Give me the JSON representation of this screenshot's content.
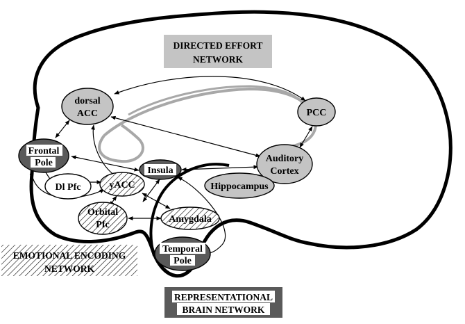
{
  "networks": {
    "directed_effort": {
      "line1": "DIRECTED EFFORT",
      "line2": "NETWORK",
      "fill": "#c4c4c4"
    },
    "emotional_encoding": {
      "line1": "EMOTIONAL ENCODING",
      "line2": "NETWORK"
    },
    "representational": {
      "line1": "REPRESENTATIONAL",
      "line2": "BRAIN NETWORK",
      "fill": "#5a5a5a"
    }
  },
  "regions": {
    "dorsal_acc": {
      "line1": "dorsal",
      "line2": "ACC"
    },
    "pcc": {
      "label": "PCC"
    },
    "frontal_pole": {
      "line1": "Frontal",
      "line2": "Pole"
    },
    "dl_pfc": {
      "label": "Dl Pfc"
    },
    "yacc": {
      "label": "yACC"
    },
    "insula": {
      "label": "Insula"
    },
    "auditory_cortex": {
      "line1": "Auditory",
      "line2": "Cortex"
    },
    "hippocampus": {
      "label": "Hippocampus"
    },
    "orbital_pfc": {
      "line1": "Orbital",
      "line2": "Pfc"
    },
    "amygdala": {
      "label": "Amygdala"
    },
    "temporal_pole": {
      "line1": "Temporal",
      "line2": "Pole"
    }
  },
  "colors": {
    "light_gray": "#c4c4c4",
    "dark_gray": "#5a5a5a",
    "outline": "#000000"
  }
}
